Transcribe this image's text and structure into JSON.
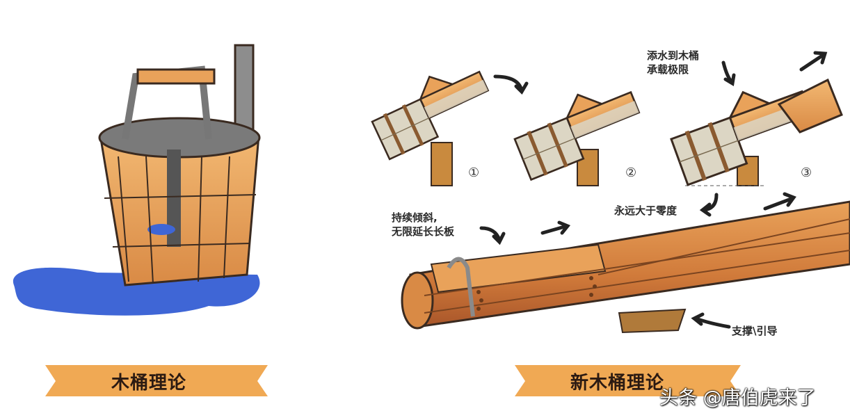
{
  "left_panel": {
    "banner": "木桶理论"
  },
  "right_panel": {
    "banner": "新木桶理论",
    "steps": [
      "①",
      "②",
      "③"
    ],
    "annotations": {
      "fill_limit": "添水到木桶\n承载极限",
      "angle": "永远大于零度",
      "extend": "持续倾斜,\n无限延长长板",
      "support": "支撑\\引导"
    }
  },
  "watermark": "头条 @唐伯虎来了",
  "colors": {
    "wood": "#e9a25a",
    "wood_dark": "#b8692e",
    "water": "#3f66d6",
    "banner": "#f0a954",
    "outline": "#3a2a20"
  }
}
